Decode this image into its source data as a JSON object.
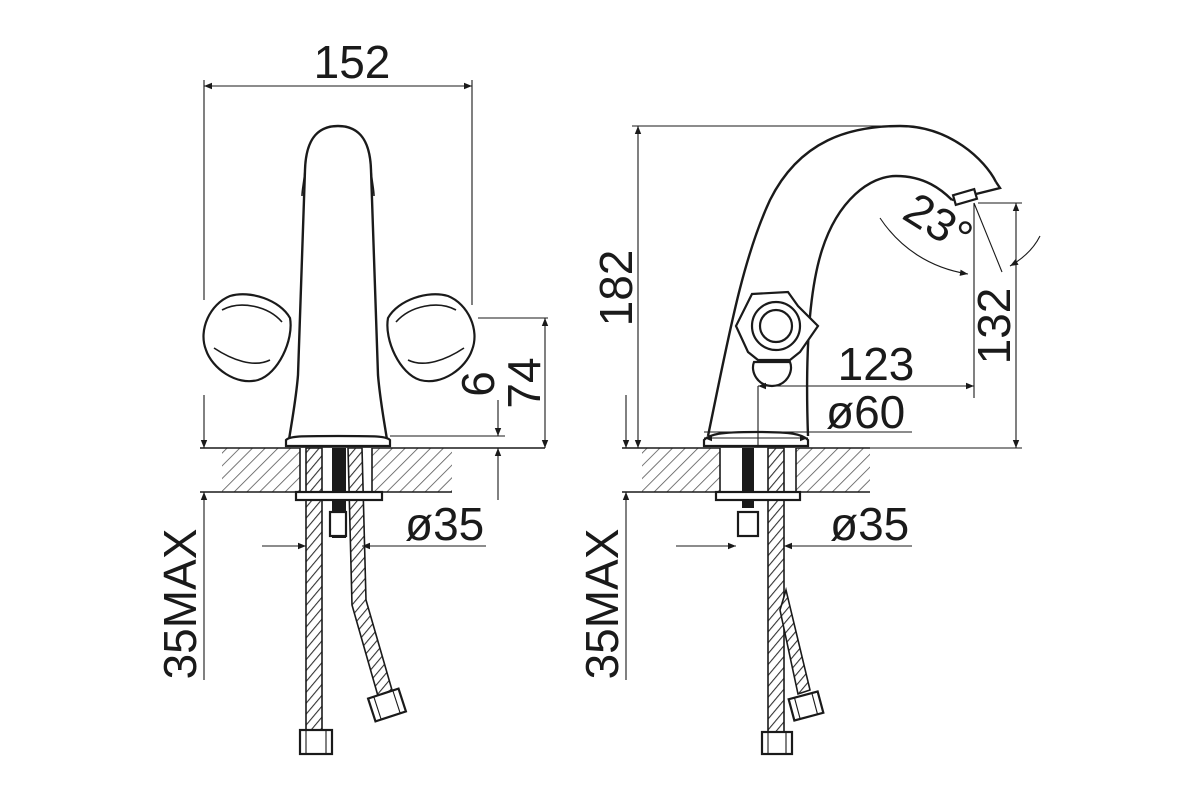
{
  "front_view": {
    "width": "152",
    "handle_offset": "6",
    "handle_height": "74",
    "hole_diameter": "ø35",
    "deck_thickness": "35MAX"
  },
  "side_view": {
    "height": "182",
    "spout_angle": "23°",
    "spout_outlet_height": "132",
    "spout_reach": "123",
    "base_diameter": "ø60",
    "hole_diameter": "ø35",
    "deck_thickness": "35MAX"
  }
}
